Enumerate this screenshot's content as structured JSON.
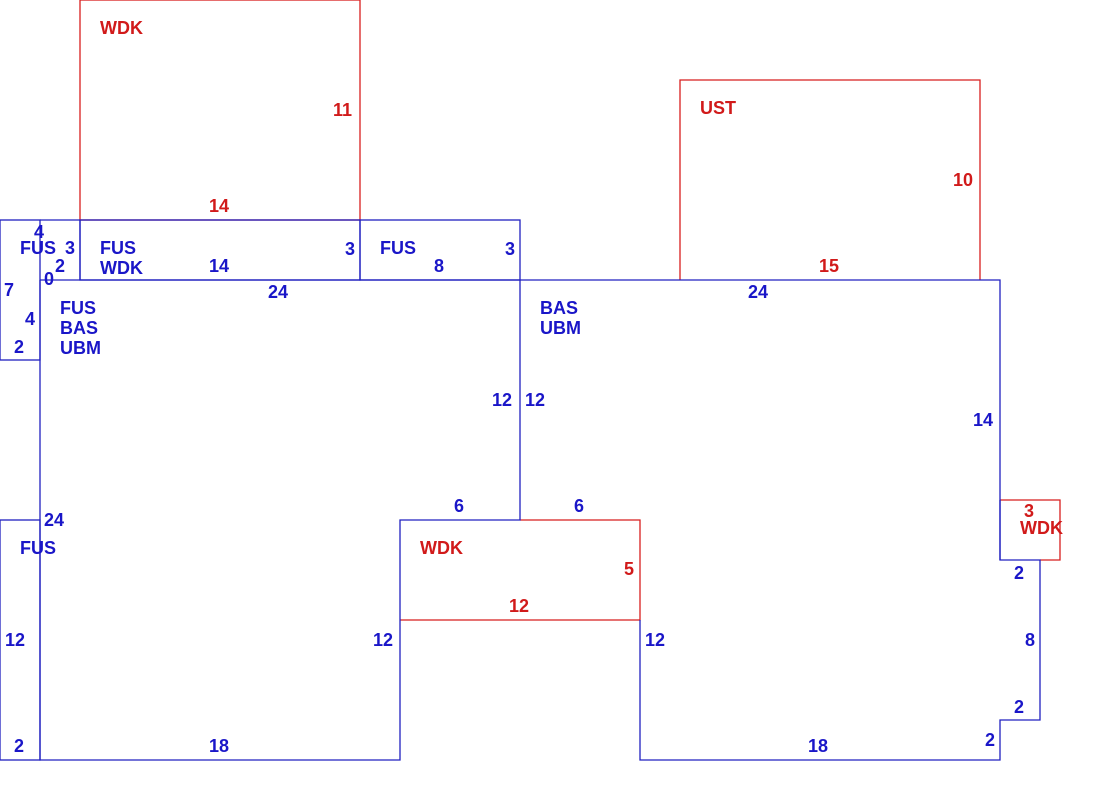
{
  "colors": {
    "blue": "#1a16c8",
    "red": "#d11a1a"
  },
  "labels": {
    "wdk_top": "WDK",
    "wdk_top_side": "11",
    "wdk_top_bottom": "14",
    "ust": "UST",
    "ust_side": "10",
    "ust_bottom": "15",
    "small_left_top": "4",
    "small_left_fus": "FUS",
    "small_left_3": "3",
    "small_left_2": "2",
    "small_left_0": "0",
    "small_left_7": "7",
    "small_left_4": "4",
    "small_left_bottom": "2",
    "mid_fus": "FUS",
    "mid_wdk": "WDK",
    "mid_14": "14",
    "mid_3": "3",
    "fus8_label": "FUS",
    "fus8_8": "8",
    "fus8_3": "3",
    "main_fus": "FUS",
    "main_bas": "BAS",
    "main_ubm": "UBM",
    "main_top_24": "24",
    "main_right_12": "12",
    "main_side_24": "24",
    "main_right_bottom_12": "12",
    "main_bottom_18": "18",
    "left_fus": "FUS",
    "left_12": "12",
    "left_2": "2",
    "right_bas": "BAS",
    "right_ubm": "UBM",
    "right_top_24": "24",
    "right_left_12": "12",
    "right_14": "14",
    "notch_6_left": "6",
    "notch_6_right": "6",
    "wdk_mid": "WDK",
    "wdk_mid_5": "5",
    "wdk_mid_12": "12",
    "right_lower_12": "12",
    "right_bottom_18": "18",
    "right_step_2a": "2",
    "right_step_8": "8",
    "right_step_2b": "2",
    "right_step_2c": "2",
    "wdk_small": "WDK",
    "wdk_small_3": "3"
  }
}
